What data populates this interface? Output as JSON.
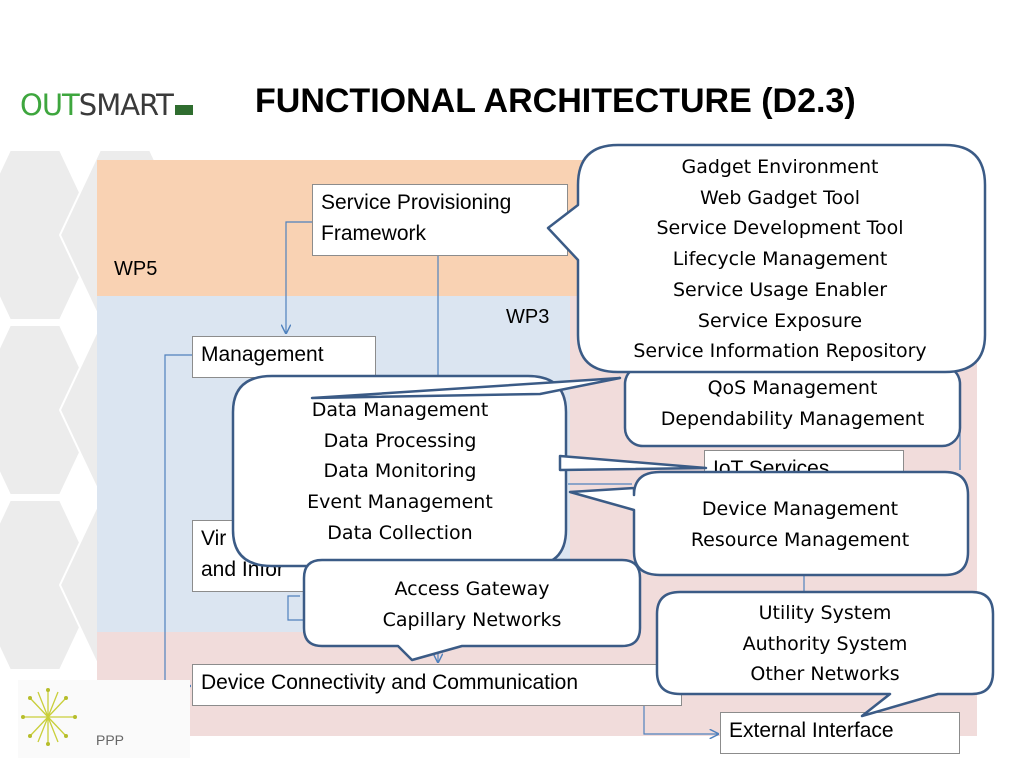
{
  "header": {
    "title": "FUNCTIONAL ARCHITECTURE (D2.3)",
    "logo_part1": "OUT",
    "logo_part2": "SMART"
  },
  "zones": {
    "wp5": "WP5",
    "wp3": "WP3"
  },
  "boxes": {
    "service_provisioning": [
      "Service Provisioning",
      "Framework"
    ],
    "management": "Management",
    "virtual_info": [
      "Vir",
      "and Infor"
    ],
    "iot_services": "IoT Services",
    "device_connectivity": "Device Connectivity and Communication",
    "external_interface": "External Interface"
  },
  "callouts": {
    "gadget": [
      "Gadget Environment",
      "Web Gadget Tool",
      "Service Development Tool",
      "Lifecycle Management",
      "Service Usage Enabler",
      "Service Exposure",
      "Service Information Repository"
    ],
    "qos": [
      "QoS Management",
      "Dependability Management"
    ],
    "data": [
      "Data Management",
      "Data Processing",
      "Data Monitoring",
      "Event Management",
      "Data Collection"
    ],
    "device_mgmt": [
      "Device Management",
      "Resource Management"
    ],
    "access": [
      "Access Gateway",
      "Capillary Networks"
    ],
    "utility": [
      "Utility System",
      "Authority System",
      "Other Networks"
    ]
  },
  "footer": {
    "ppp": "PPP"
  },
  "colors": {
    "wp5_zone": "#f9d2b3",
    "wp3_zone": "#dbe5f1",
    "wp2_zone": "#f1dcdb",
    "callout_border": "#3b5b86",
    "connector": "#4f81bd",
    "logo_green": "#3ea63e"
  }
}
